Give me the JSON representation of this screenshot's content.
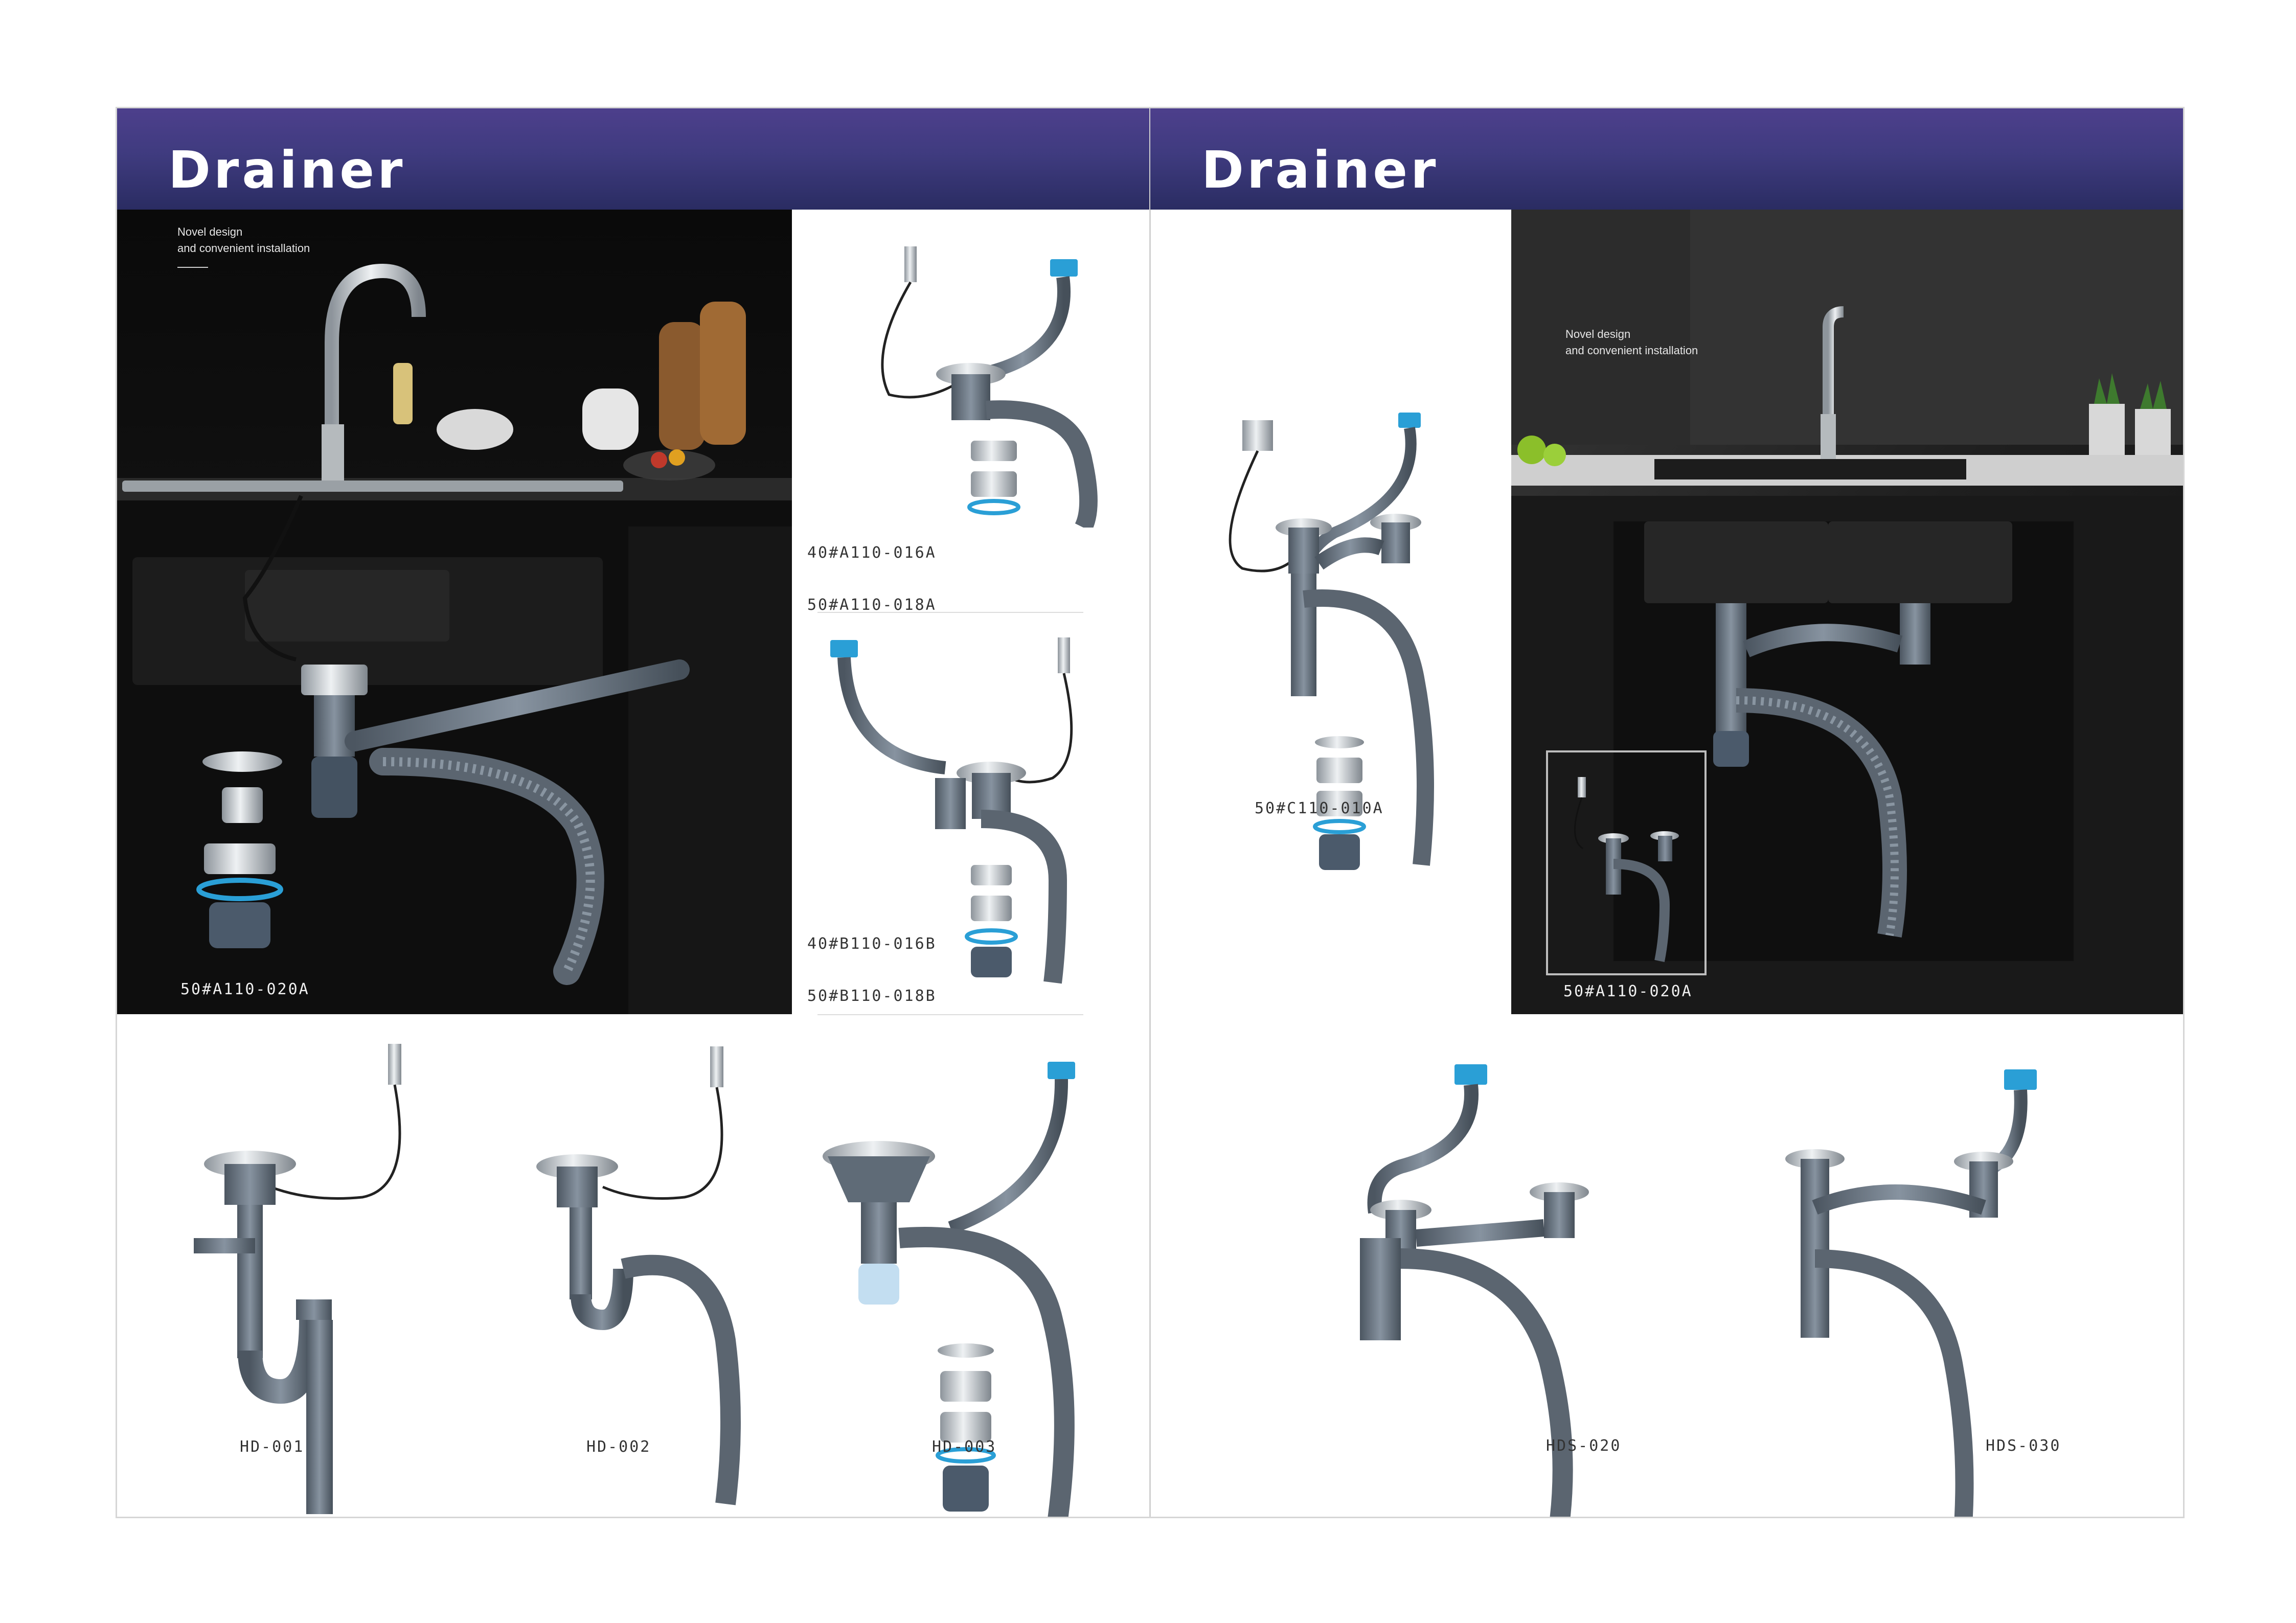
{
  "left_page": {
    "header": {
      "title": "Drainer"
    },
    "hero": {
      "tagline_line1": "Novel design",
      "tagline_line2": "and convenient installation",
      "model": "50#A110-020A"
    },
    "side_products": [
      {
        "models": [
          "40#A110-016A",
          "50#A110-018A"
        ]
      },
      {
        "models": [
          "40#B110-016B",
          "50#B110-018B"
        ]
      }
    ],
    "bottom_products": [
      {
        "model": "HD-001"
      },
      {
        "model": "HD-002"
      },
      {
        "model": "HD-003"
      }
    ]
  },
  "right_page": {
    "header": {
      "title": "Drainer"
    },
    "side_product": {
      "model": "50#C110-010A"
    },
    "hero": {
      "tagline_line1": "Novel design",
      "tagline_line2": "and convenient installation",
      "model": "50#A110-020A"
    },
    "bottom_products": [
      {
        "model": "HDS-020"
      },
      {
        "model": "HDS-030"
      }
    ]
  },
  "colors": {
    "header_top": "#4d3f8c",
    "header_bottom": "#2a2c62",
    "pipe_gray": "#6e7a86",
    "steel": "#c8ccd0",
    "accent_blue": "#2a9fd6"
  }
}
